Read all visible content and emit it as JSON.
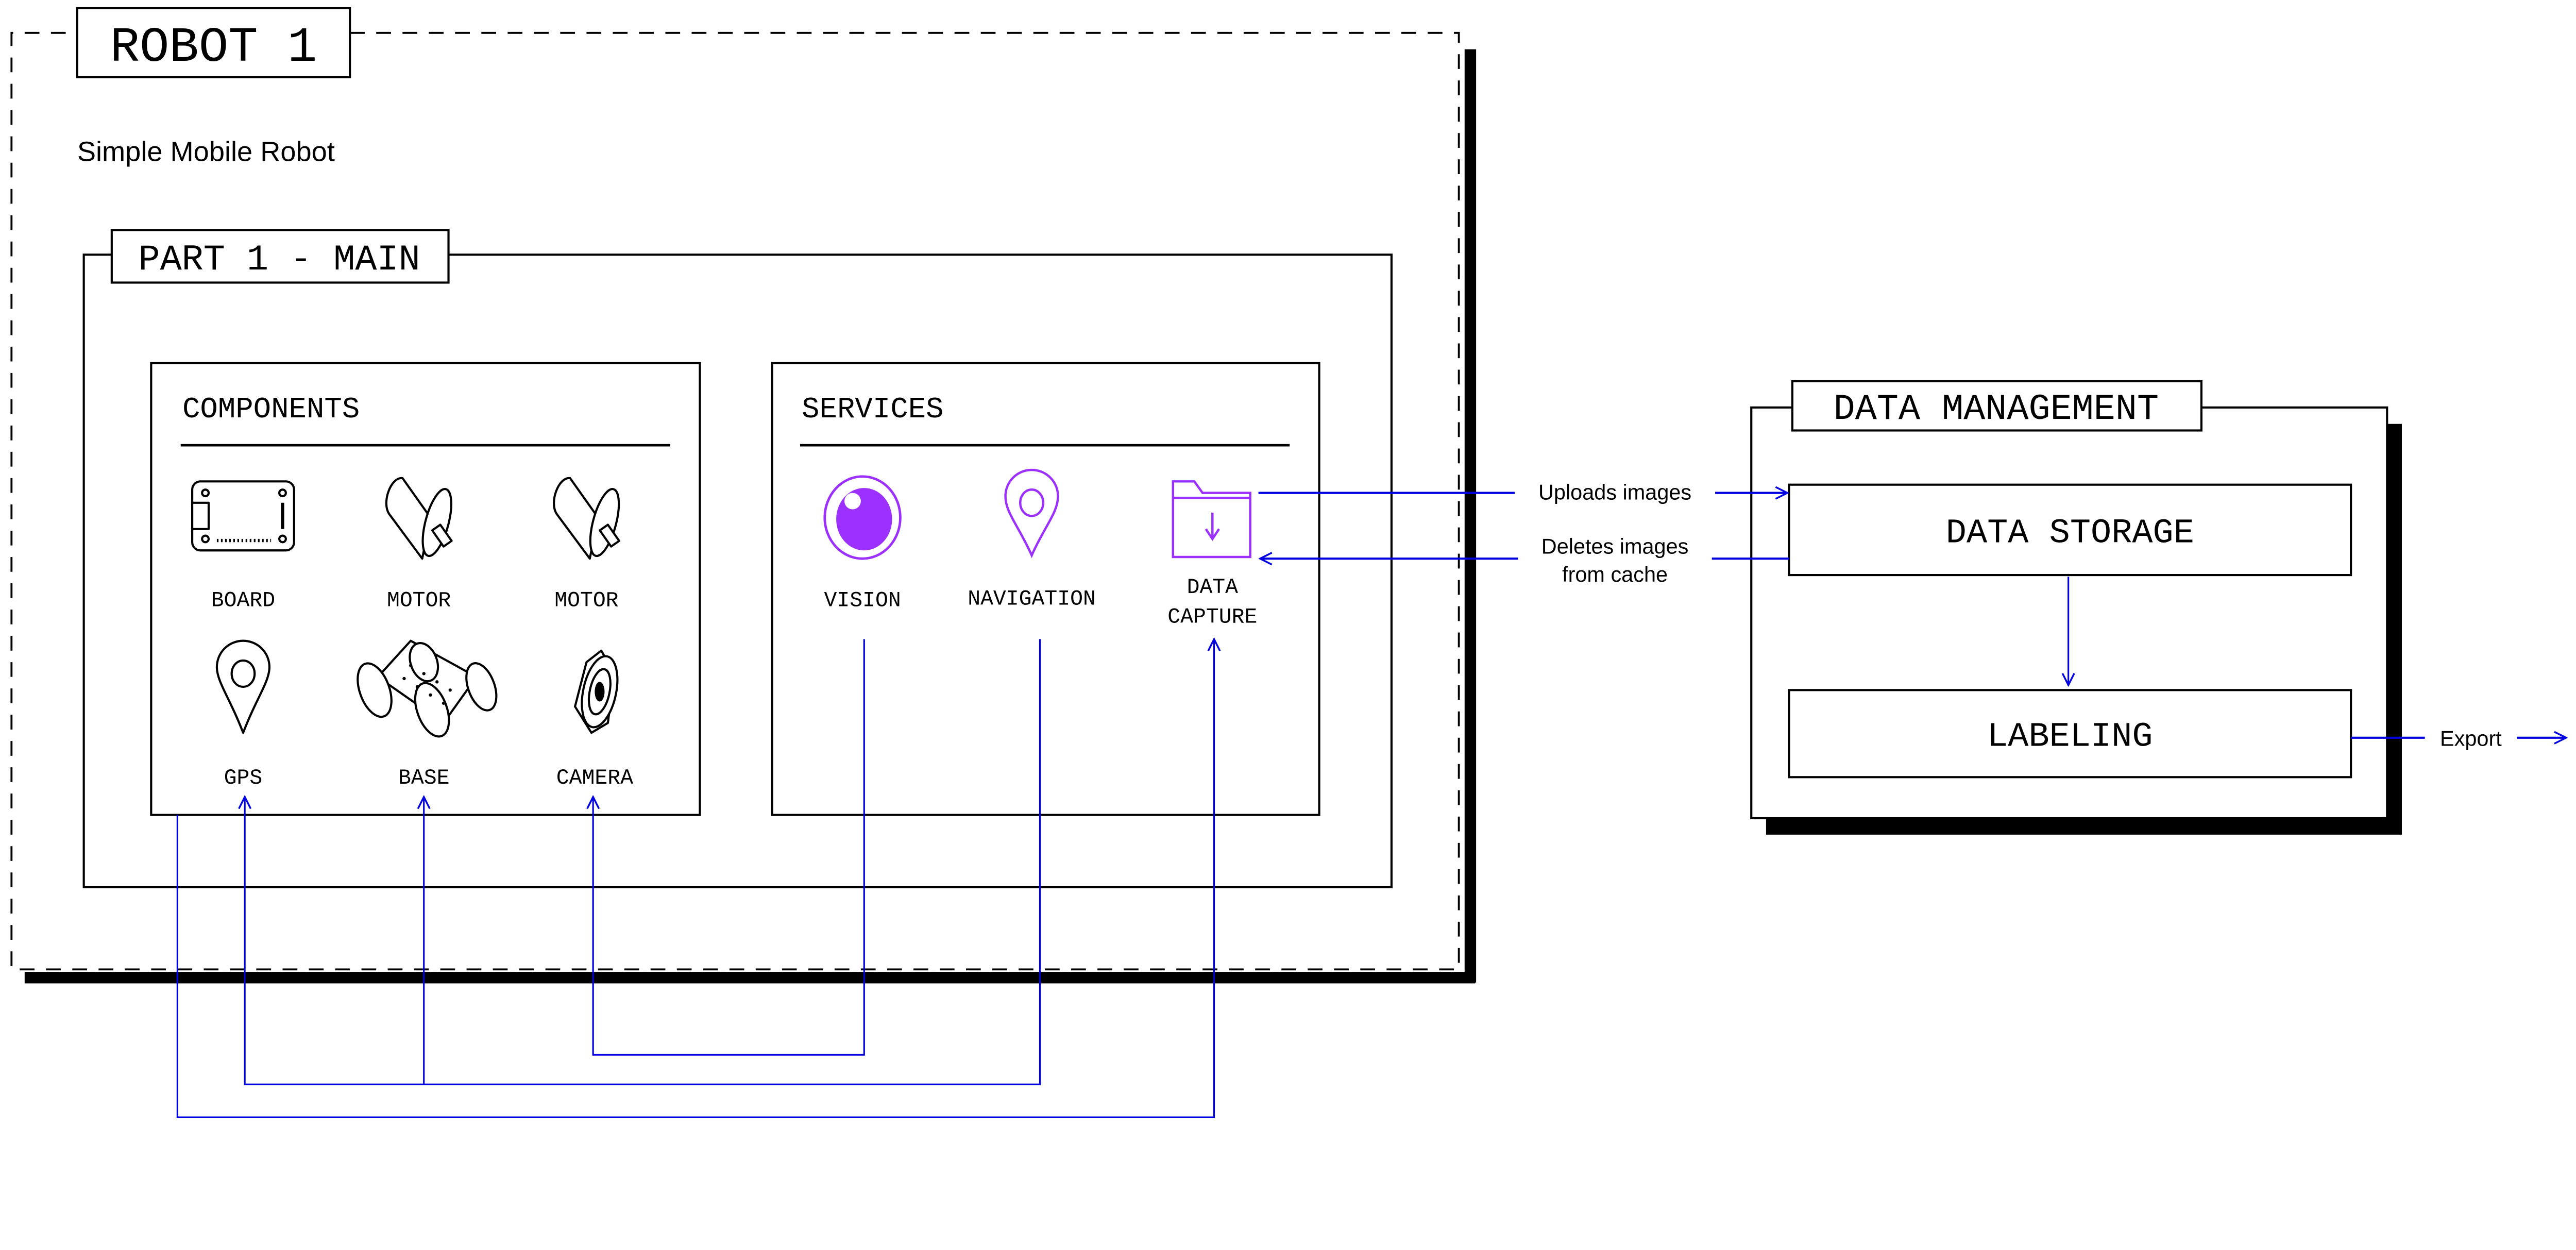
{
  "robot": {
    "title": "ROBOT 1",
    "subtitle": "Simple Mobile Robot"
  },
  "part": {
    "title": "PART 1 - MAIN"
  },
  "components": {
    "title": "COMPONENTS",
    "items": [
      {
        "label": "BOARD",
        "icon": "board-icon"
      },
      {
        "label": "MOTOR",
        "icon": "motor-icon"
      },
      {
        "label": "MOTOR",
        "icon": "motor-icon"
      },
      {
        "label": "GPS",
        "icon": "map-pin-icon"
      },
      {
        "label": "BASE",
        "icon": "rover-base-icon"
      },
      {
        "label": "CAMERA",
        "icon": "camera-icon"
      }
    ]
  },
  "services": {
    "title": "SERVICES",
    "items": [
      {
        "label": "VISION",
        "icon": "eye-icon"
      },
      {
        "label": "NAVIGATION",
        "icon": "map-pin-icon"
      },
      {
        "label_line1": "DATA",
        "label_line2": "CAPTURE",
        "icon": "folder-download-icon"
      }
    ]
  },
  "data_management": {
    "title": "DATA MANAGEMENT",
    "storage": "DATA STORAGE",
    "labeling": "LABELING"
  },
  "flows": {
    "uploads": "Uploads images",
    "deletes_line1": "Deletes images",
    "deletes_line2": "from cache",
    "export": "Export"
  },
  "colors": {
    "wire": "#0000e0",
    "service_accent": "#9b30ff",
    "outline": "#000000"
  }
}
